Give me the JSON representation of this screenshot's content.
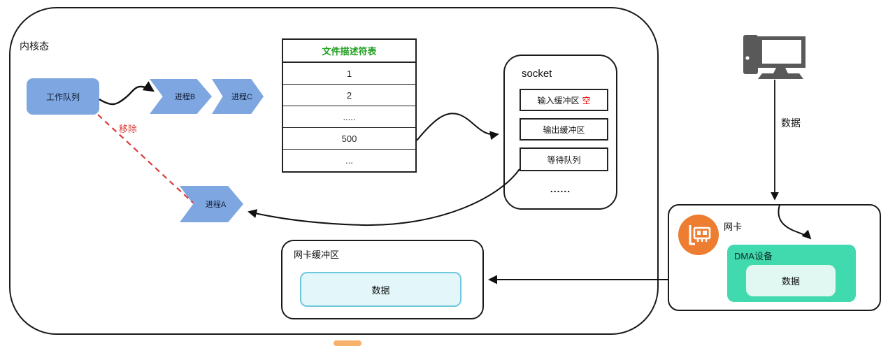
{
  "kernel": {
    "label": "内核态",
    "work_queue": {
      "label": "工作队列"
    },
    "processes": {
      "a": "进程A",
      "b": "进程B",
      "c": "进程C"
    },
    "remove_label": "移除",
    "fd_table": {
      "title": "文件描述符表",
      "rows": [
        "1",
        "2",
        ".....",
        "500",
        "..."
      ]
    },
    "socket": {
      "title": "socket",
      "input_buffer": "输入缓冲区",
      "input_buffer_status": "空",
      "output_buffer": "输出缓冲区",
      "wait_queue": "等待队列",
      "ellipsis": "......"
    },
    "nic_buffer": {
      "title": "网卡缓冲区",
      "data": "数据"
    }
  },
  "external": {
    "incoming_data_label": "数据",
    "nic": {
      "label": "网卡",
      "dma": {
        "label": "DMA设备",
        "data": "数据"
      }
    }
  },
  "colors": {
    "shape_blue": "#7EA6E0",
    "table_header_green": "#1E9E1E",
    "alert_red": "#E60000",
    "remove_red": "#DB3B3B",
    "dma_mint": "#41D9AE",
    "dma_inner": "#E0F7F2",
    "buffer_cyan_fill": "#E3F6FA",
    "buffer_cyan_border": "#6FC8DC",
    "nic_icon_orange": "#ED7D31",
    "monitor_gray": "#595959"
  }
}
